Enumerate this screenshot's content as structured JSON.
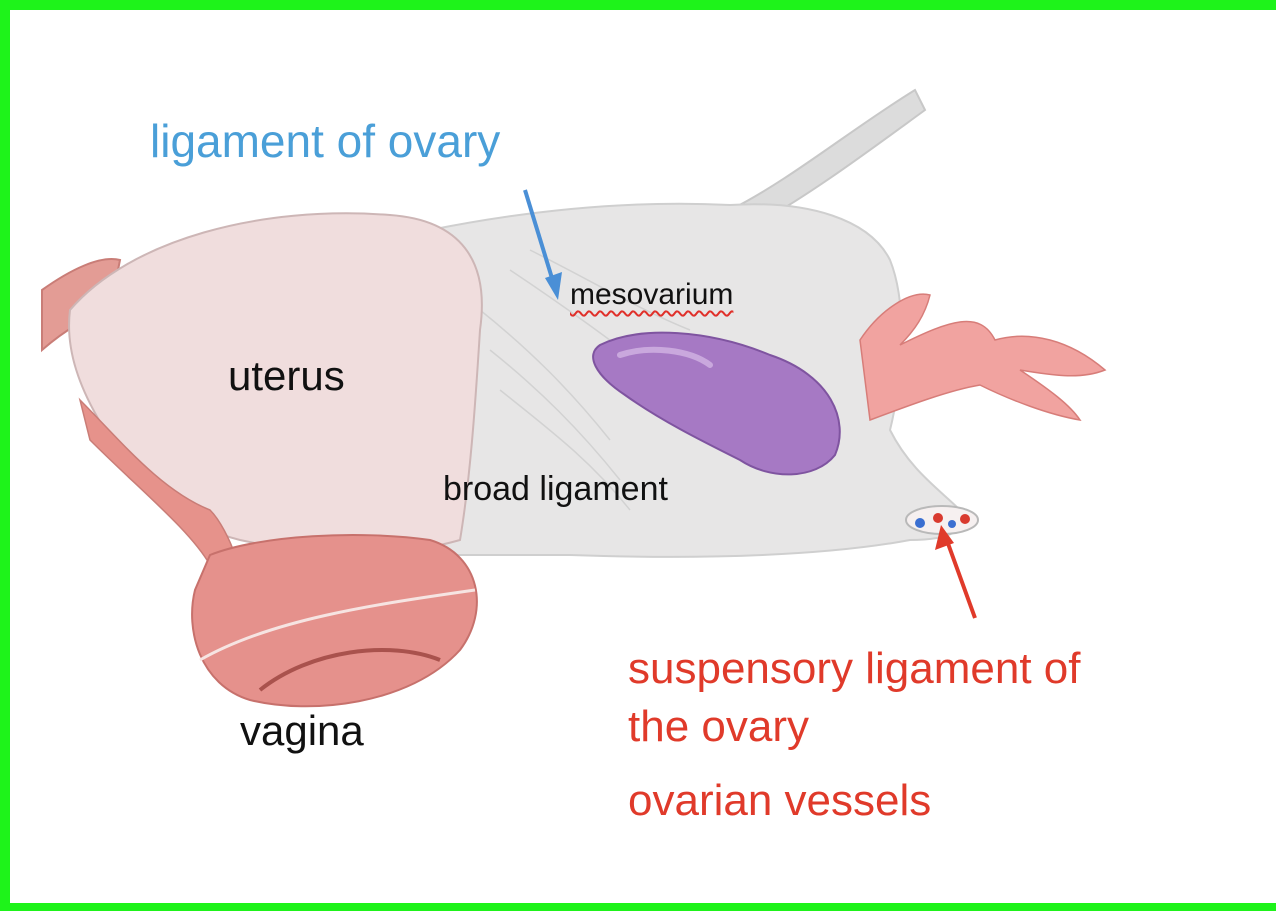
{
  "labels": {
    "ligament_of_ovary": "ligament of ovary",
    "mesovarium": "mesovarium",
    "uterus": "uterus",
    "broad_ligament": "broad ligament",
    "vagina": "vagina",
    "suspensory_line1": "suspensory ligament of",
    "suspensory_line2": "the ovary",
    "ovarian_vessels": "ovarian vessels"
  },
  "colors": {
    "frame": "#1ef31a",
    "blue_label": "#4a9fd8",
    "red_label": "#e03a2a",
    "tissue": "#e9e6e6",
    "uterus": "#f0dede",
    "ovary": "#a679c4",
    "vagina": "#e58a86",
    "fimbriae": "#f1a3a0"
  }
}
